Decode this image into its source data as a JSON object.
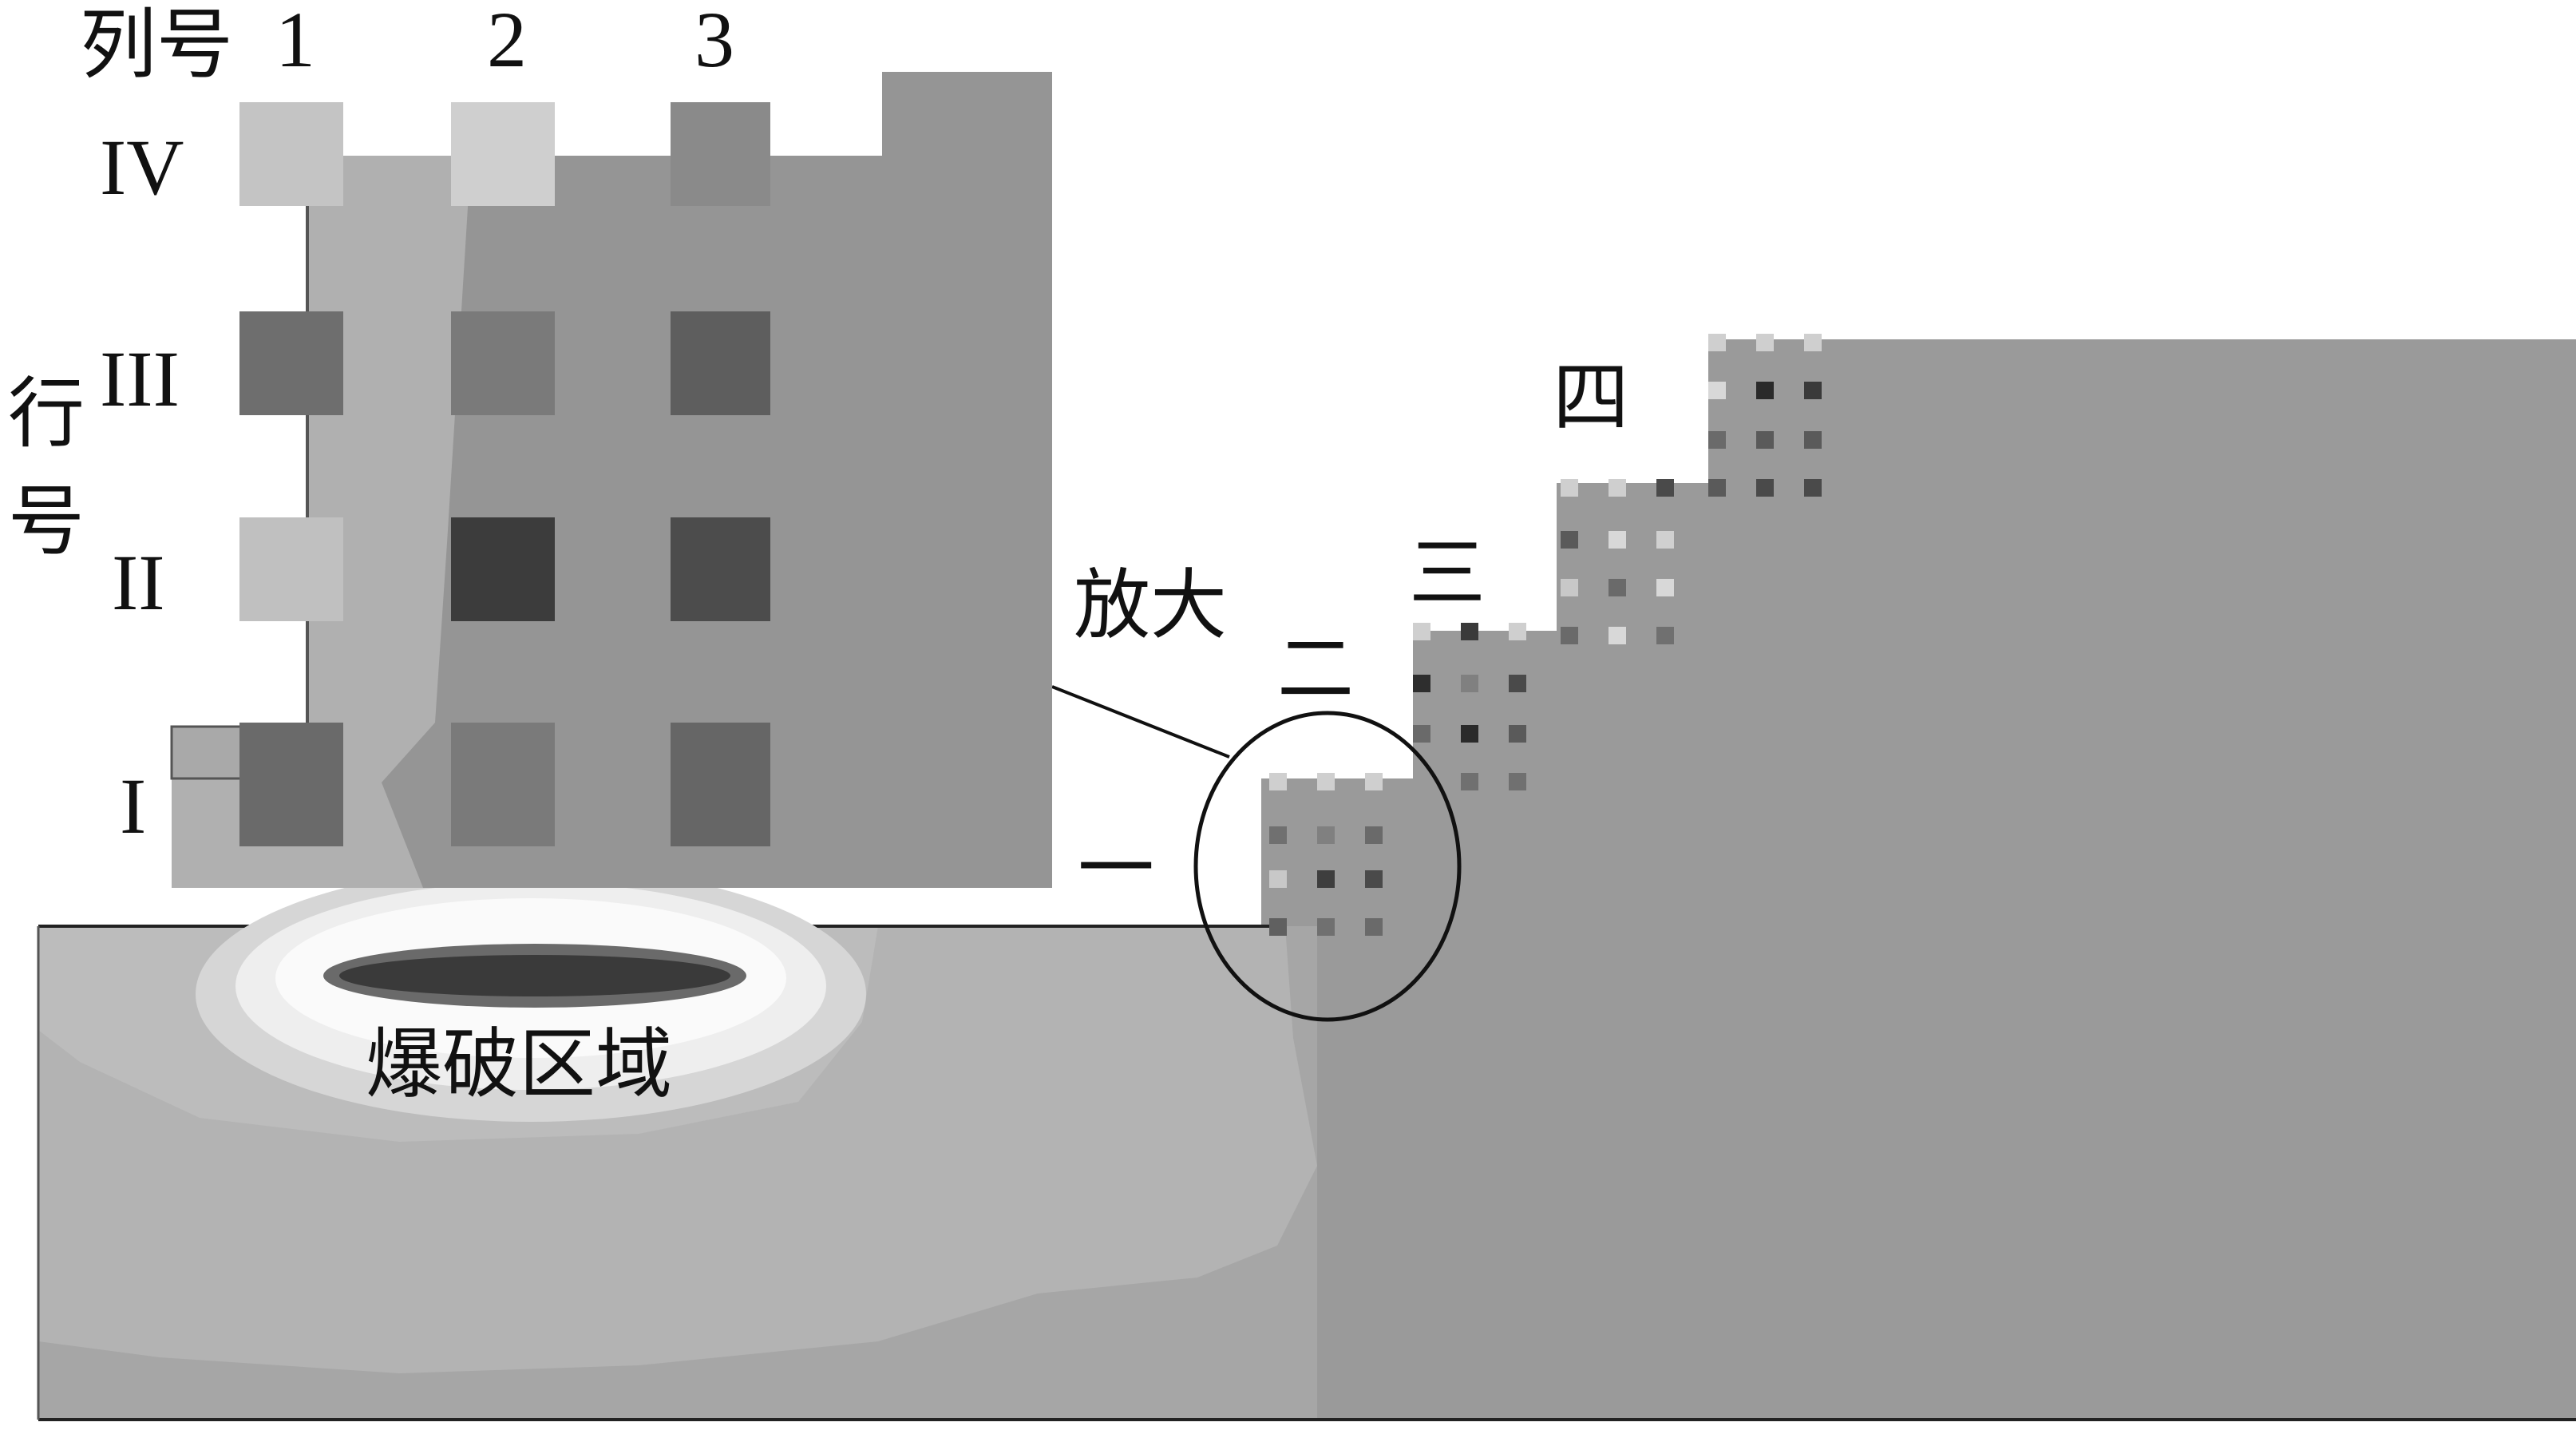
{
  "inset": {
    "column_header": "列号",
    "column_numbers": [
      "1",
      "2",
      "3"
    ],
    "row_header_chars": [
      "行",
      "号"
    ],
    "row_numbers": [
      "IV",
      "III",
      "II",
      "I"
    ]
  },
  "annotations": {
    "magnify": "放大",
    "blast_zone": "爆破区域"
  },
  "steps": [
    "一",
    "二",
    "三",
    "四"
  ],
  "colors": {
    "rock": "#9a9a9a",
    "inset_face": "#959595",
    "inset_left": "#b0b0b0",
    "blast_light": "#f2f2f2",
    "blast_dark": "#3a3a3a"
  }
}
